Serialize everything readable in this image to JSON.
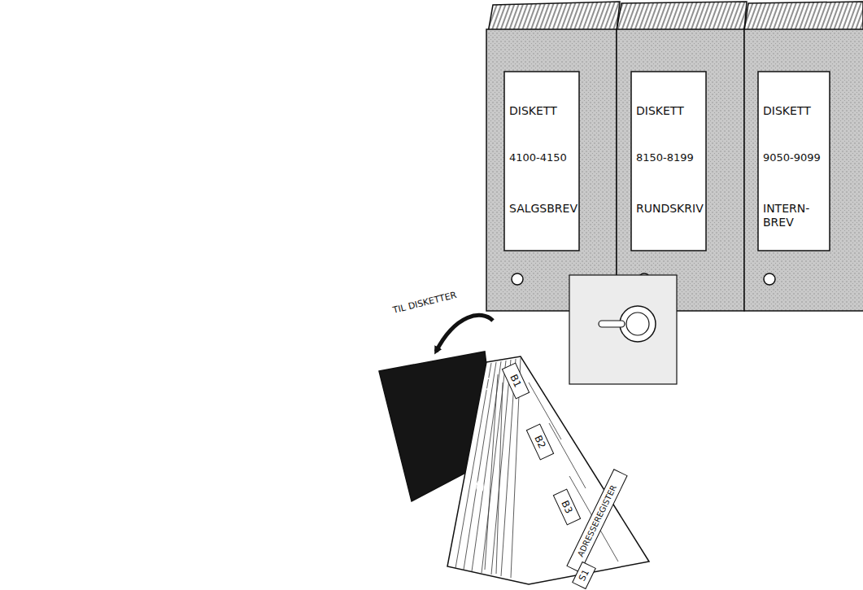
{
  "diagram": {
    "nodes": [
      {
        "text": [
          "DISKETT",
          "4100-4150",
          "SALGSBREV"
        ]
      },
      {
        "text": [
          "DISKETT",
          "8150-8199",
          "RUNDSKRIV"
        ]
      },
      {
        "text": [
          "DISKETT",
          "9050-9099",
          "INTERN- BREV"
        ]
      }
    ],
    "labels": [
      "TIL DISKETTER",
      "B1",
      "B2",
      "B3",
      "ADRESSEREGISTER",
      "S1"
    ]
  }
}
